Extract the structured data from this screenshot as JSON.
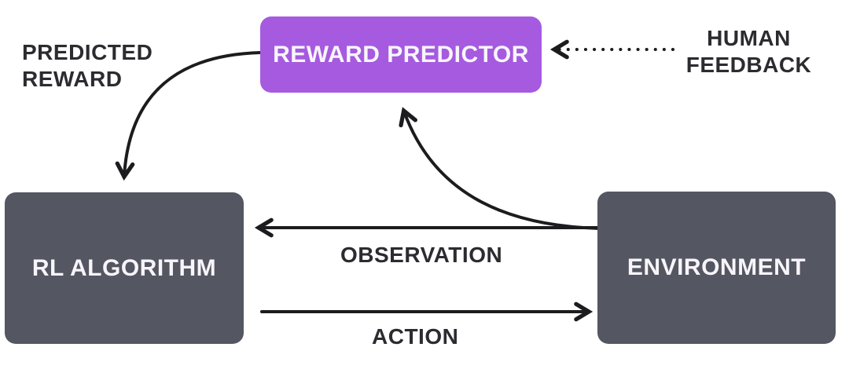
{
  "colors": {
    "background": "#ffffff",
    "node_purple": "#a55ae0",
    "node_gray": "#545661",
    "node_text": "#f7f5fa",
    "label_text": "#2b2b30",
    "arrow": "#1c1c1f"
  },
  "diagram": {
    "type": "flow-diagram",
    "nodes": [
      {
        "id": "reward-predictor",
        "label": "REWARD PREDICTOR",
        "color": "#a55ae0"
      },
      {
        "id": "rl-algorithm",
        "label": "RL ALGORITHM",
        "color": "#545661"
      },
      {
        "id": "environment",
        "label": "ENVIRONMENT",
        "color": "#545661"
      }
    ],
    "edges": [
      {
        "from": "reward-predictor",
        "to": "rl-algorithm",
        "label": "PREDICTED REWARD",
        "style": "solid-curved"
      },
      {
        "from": "human-feedback",
        "to": "reward-predictor",
        "label": "HUMAN FEEDBACK",
        "style": "dotted"
      },
      {
        "from": "environment",
        "to": "reward-predictor",
        "label": "",
        "style": "solid-curved"
      },
      {
        "from": "environment",
        "to": "rl-algorithm",
        "label": "OBSERVATION",
        "style": "solid"
      },
      {
        "from": "rl-algorithm",
        "to": "environment",
        "label": "ACTION",
        "style": "solid"
      }
    ],
    "edge_labels": {
      "predicted_reward_line1": "PREDICTED",
      "predicted_reward_line2": "REWARD",
      "human_feedback_line1": "HUMAN",
      "human_feedback_line2": "FEEDBACK",
      "observation": "OBSERVATION",
      "action": "ACTION"
    }
  }
}
